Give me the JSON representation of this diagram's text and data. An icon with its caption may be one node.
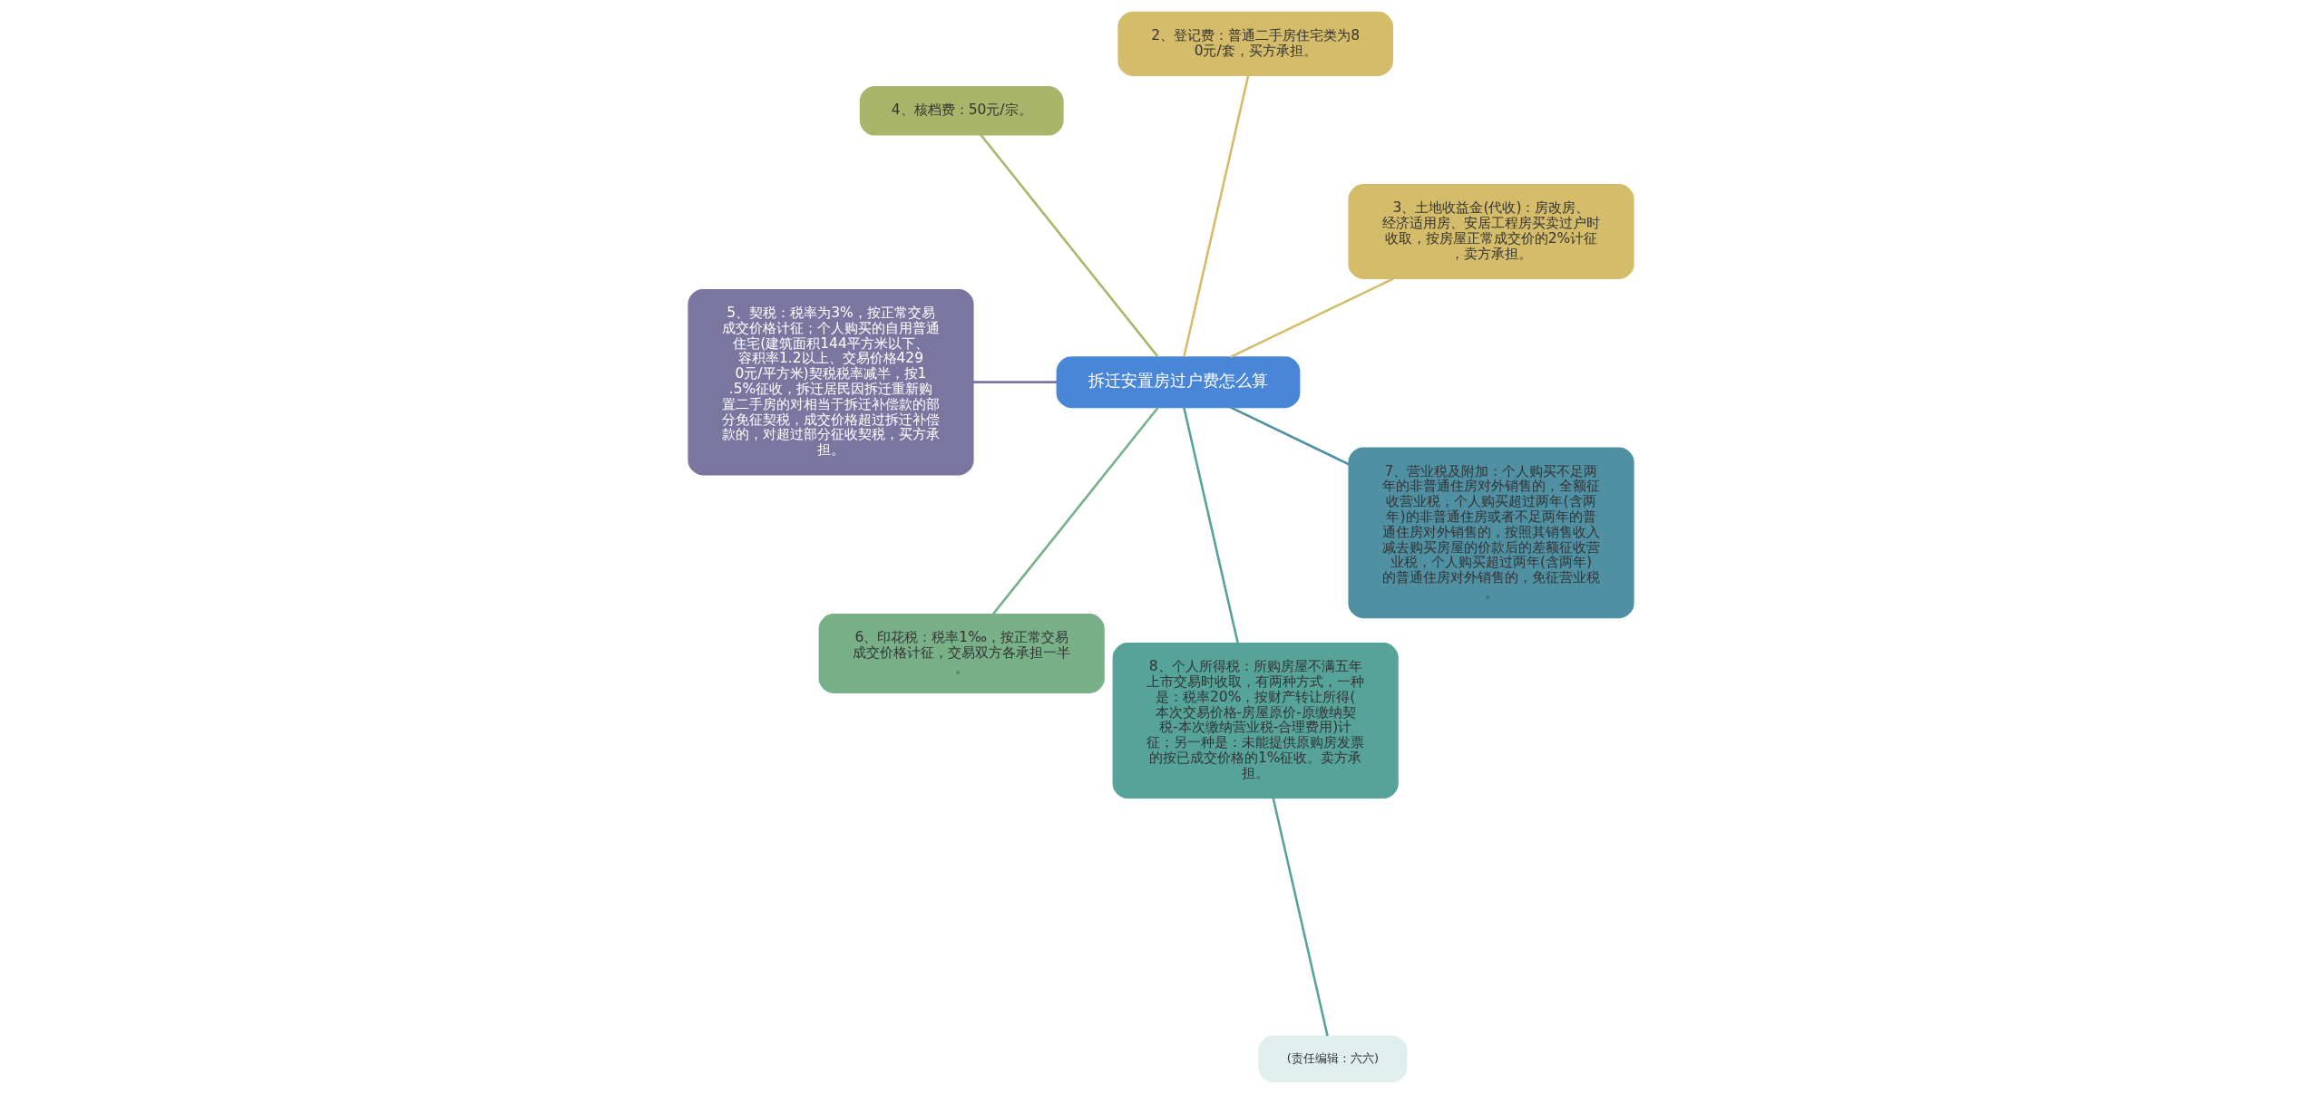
{
  "diagram": {
    "nodes": [
      {
        "text": [
          "拆迁安置房过户费怎么算"
        ]
      },
      {
        "text": [
          "3、土地收益金(代收)：房改房、经济适用房、安居工程房买卖过户时收取，按房屋正常成交价的2%计征，卖方承担。"
        ]
      },
      {
        "text": [
          "2、登记费：普通二手房住宅类为80元/套，买方承担。"
        ]
      },
      {
        "text": [
          "4、核档费：50元/宗。"
        ]
      },
      {
        "text": [
          "5、契税：税率为3%，按正常交易成交价格计征；个人购买的自用普通住宅(建筑面积144平方米以下、容积率1.2以上、交易价格4290元/平方米)契税税率减半，按1.5%征收，拆迁居民因拆迁重新购置二手房的对相当于拆迁补偿款的部分免征契税，成交价格超过拆迁补偿款的，对超过部分征收契税，买方承担。"
        ]
      },
      {
        "text": [
          "6、印花税：税率1‰，按正常交易成交价格计征，交易双方各承担一半。"
        ]
      },
      {
        "text": [
          "8、个人所得税：所购房屋不满五年上市交易时收取，有两种方式，一种是：税率20%，按财产转让所得(本次交易价格-房屋原价-原缴纳契税-本次缴纳营业税-合理费用)计征；另一种是：未能提供原购房发票的按已成交价格的1%征收。卖方承担。"
        ]
      },
      {
        "text": [
          "7、营业税及附加：个人购买不足两年的非普通住房对外销售的，全额征收营业税，个人购买超过两年(含两年)的非普通住房或者不足两年的普通住房对外销售的，按照其销售收入减去购买房屋的价款后的差额征收营业税，个人购买超过两年(含两年)的普通住房对外销售的，免征营业税。"
        ]
      },
      {
        "text": [
          "(责任编辑：六六)"
        ]
      }
    ],
    "edges": [
      {
        "from": 0,
        "to": 1,
        "arrow": "none",
        "color": "#d4bc6a"
      },
      {
        "from": 0,
        "to": 2,
        "arrow": "none",
        "color": "#d4bc6a"
      },
      {
        "from": 0,
        "to": 3,
        "arrow": "none",
        "color": "#a9b56a"
      },
      {
        "from": 0,
        "to": 4,
        "arrow": "none",
        "color": "#7a76a0"
      },
      {
        "from": 0,
        "to": 5,
        "arrow": "none",
        "color": "#78b088"
      },
      {
        "from": 0,
        "to": 6,
        "arrow": "none",
        "color": "#55a399"
      },
      {
        "from": 0,
        "to": 7,
        "arrow": "none",
        "color": "#5090a3"
      },
      {
        "from": 6,
        "to": 8,
        "arrow": "none",
        "color": "#55a399"
      }
    ]
  }
}
